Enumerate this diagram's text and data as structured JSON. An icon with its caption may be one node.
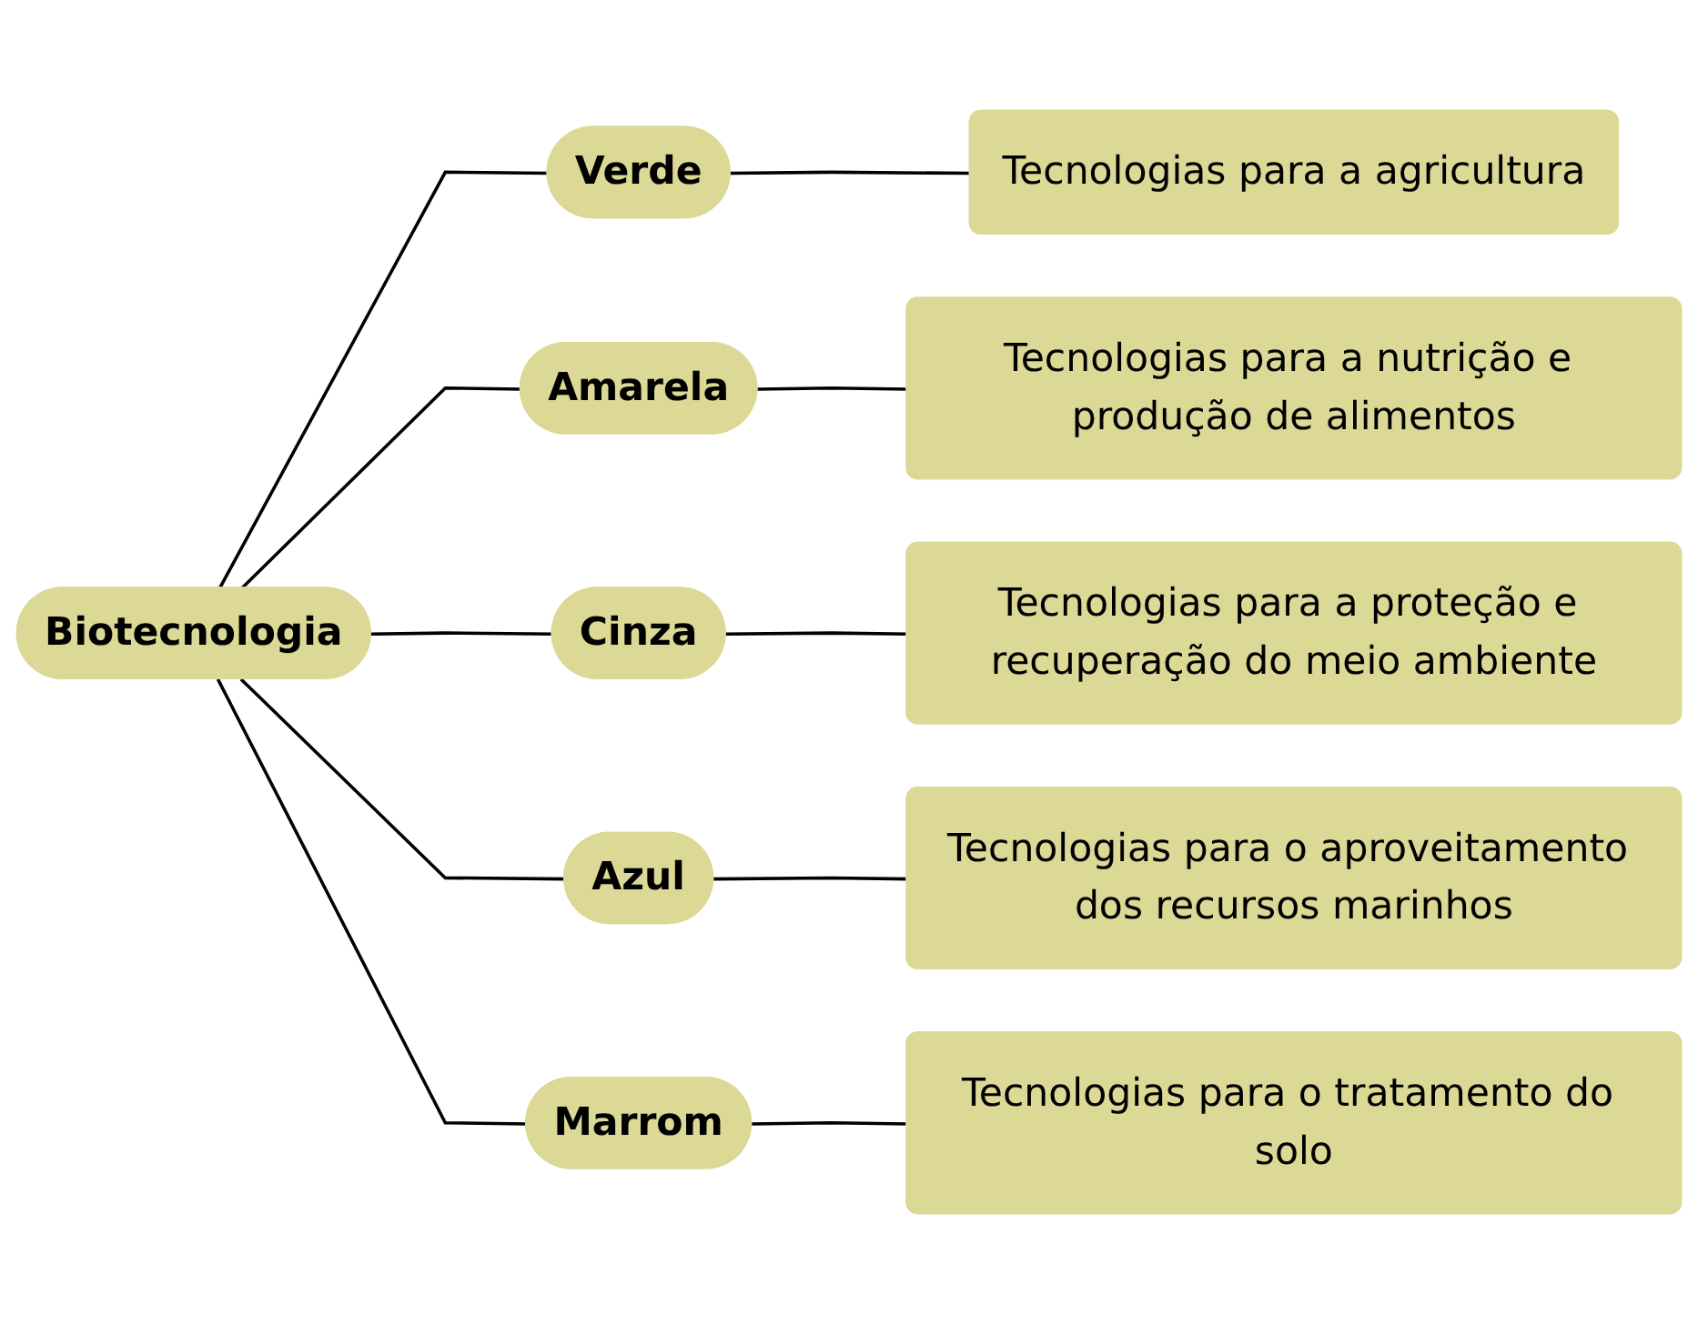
{
  "diagram": {
    "nodes": [
      {
        "text": [
          "Biotecnologia"
        ]
      },
      {
        "text": [
          "Verde"
        ]
      },
      {
        "text": [
          "Tecnologias para a agricultura"
        ]
      },
      {
        "text": [
          "Amarela"
        ]
      },
      {
        "text": [
          "Tecnologias para a nutrição e produção de alimentos"
        ]
      },
      {
        "text": [
          "Cinza"
        ]
      },
      {
        "text": [
          "Tecnologias para a proteção e recuperação do meio ambiente"
        ]
      },
      {
        "text": [
          "Azul"
        ]
      },
      {
        "text": [
          "Tecnologias para o aproveitamento dos recursos marinhos"
        ]
      },
      {
        "text": [
          "Marrom"
        ]
      },
      {
        "text": [
          "Tecnologias para o tratamento do solo"
        ]
      }
    ],
    "edges": [
      {
        "from": 0,
        "to": 1,
        "arrow": "none"
      },
      {
        "from": 0,
        "to": 3,
        "arrow": "none"
      },
      {
        "from": 0,
        "to": 5,
        "arrow": "none"
      },
      {
        "from": 0,
        "to": 7,
        "arrow": "none"
      },
      {
        "from": 0,
        "to": 9,
        "arrow": "none"
      },
      {
        "from": 1,
        "to": 2,
        "arrow": "none"
      },
      {
        "from": 3,
        "to": 4,
        "arrow": "none"
      },
      {
        "from": 5,
        "to": 6,
        "arrow": "none"
      },
      {
        "from": 7,
        "to": 8,
        "arrow": "none"
      },
      {
        "from": 9,
        "to": 10,
        "arrow": "none"
      }
    ]
  }
}
